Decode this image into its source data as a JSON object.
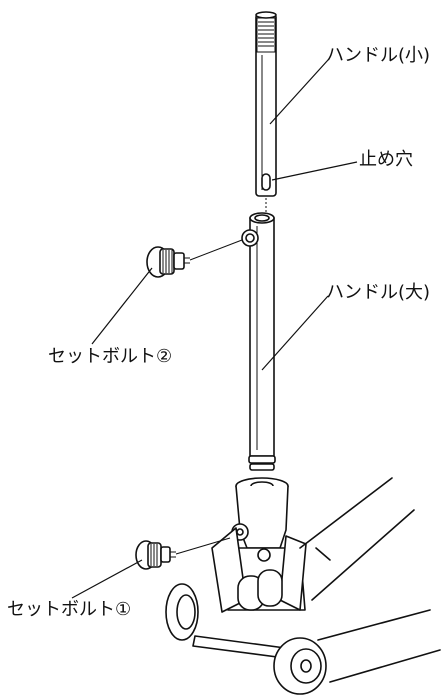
{
  "figure": {
    "labels": {
      "handle_small": "ハンドル(小)",
      "stop_hole": "止め穴",
      "handle_large": "ハンドル(大)",
      "set_bolt_2": "セットボルト②",
      "set_bolt_1": "セットボルト①"
    }
  }
}
